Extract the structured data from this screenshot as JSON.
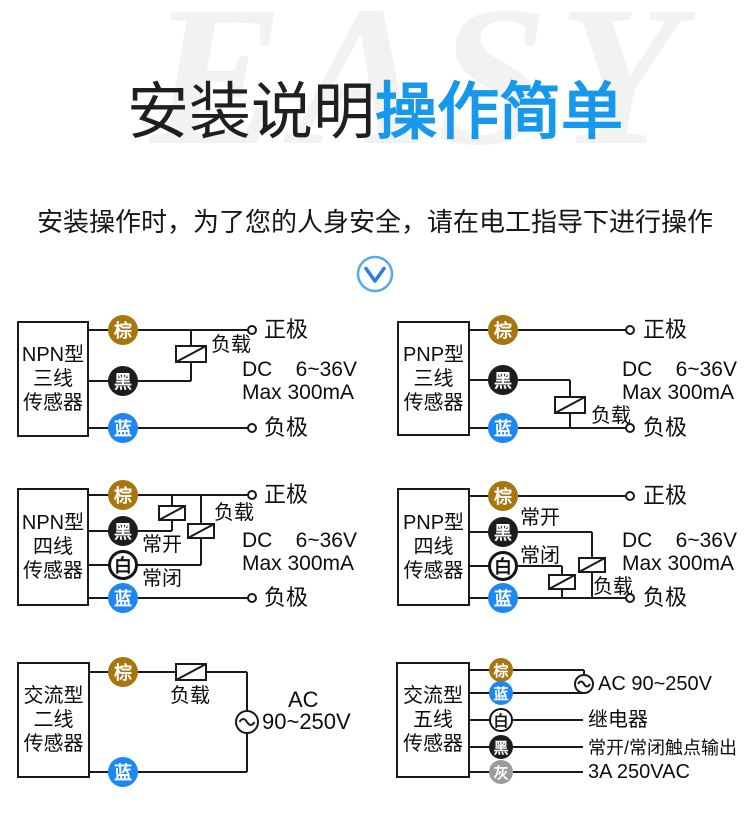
{
  "header": {
    "watermark": "EASY",
    "title_dark": "安装说明",
    "title_blue": "操作简单",
    "subtitle": "安装操作时，为了您的人身安全，请在电工指导下进行操作"
  },
  "colors": {
    "accent_blue": "#1699EC",
    "chevron_ring": "#55A9F0",
    "chevron_arrow": "#2B7DE1",
    "wire_brown": "#A8760F",
    "wire_black": "#1D1D1D",
    "wire_blue": "#1E88F2",
    "wire_gray": "#9E9C9A",
    "line": "#1A1A1A"
  },
  "icons": {
    "chevron_down": "chevron-down-icon",
    "ac_source": "ac-source-icon",
    "load_resistor": "load-symbol-icon"
  },
  "diagrams": [
    {
      "name": "NPN型三线传感器",
      "box": [
        "NPN型",
        "三线",
        "传感器"
      ],
      "wires": {
        "brown": "棕",
        "black": "黑",
        "blue": "蓝"
      },
      "labels": {
        "load": "负载",
        "pos": "正极",
        "neg": "负极",
        "spec1": "DC    6~36V",
        "spec2": "Max 300mA"
      }
    },
    {
      "name": "PNP型三线传感器",
      "box": [
        "PNP型",
        "三线",
        "传感器"
      ],
      "wires": {
        "brown": "棕",
        "black": "黑",
        "blue": "蓝"
      },
      "labels": {
        "load": "负载",
        "pos": "正极",
        "neg": "负极",
        "spec1": "DC    6~36V",
        "spec2": "Max 300mA"
      }
    },
    {
      "name": "NPN型四线传感器",
      "box": [
        "NPN型",
        "四线",
        "传感器"
      ],
      "wires": {
        "brown": "棕",
        "black": "黑",
        "white": "白",
        "blue": "蓝"
      },
      "labels": {
        "load": "负载",
        "pos": "正极",
        "neg": "负极",
        "no": "常开",
        "nc": "常闭",
        "spec1": "DC    6~36V",
        "spec2": "Max 300mA"
      }
    },
    {
      "name": "PNP型四线传感器",
      "box": [
        "PNP型",
        "四线",
        "传感器"
      ],
      "wires": {
        "brown": "棕",
        "black": "黑",
        "white": "白",
        "blue": "蓝"
      },
      "labels": {
        "load": "负载",
        "pos": "正极",
        "neg": "负极",
        "no": "常开",
        "nc": "常闭",
        "spec1": "DC    6~36V",
        "spec2": "Max 300mA"
      }
    },
    {
      "name": "交流型二线传感器",
      "box": [
        "交流型",
        "二线",
        "传感器"
      ],
      "wires": {
        "brown": "棕",
        "blue": "蓝"
      },
      "labels": {
        "load": "负载",
        "ac1": "AC",
        "ac2": "90~250V"
      }
    },
    {
      "name": "交流型五线传感器",
      "box": [
        "交流型",
        "五线",
        "传感器"
      ],
      "wires": {
        "brown": "棕",
        "blue": "蓝",
        "white": "白",
        "black": "黑",
        "gray": "灰"
      },
      "labels": {
        "ac": "AC 90~250V",
        "relay": "继电器",
        "contact": "常开/常闭触点输出",
        "rating": "3A 250VAC"
      }
    }
  ]
}
